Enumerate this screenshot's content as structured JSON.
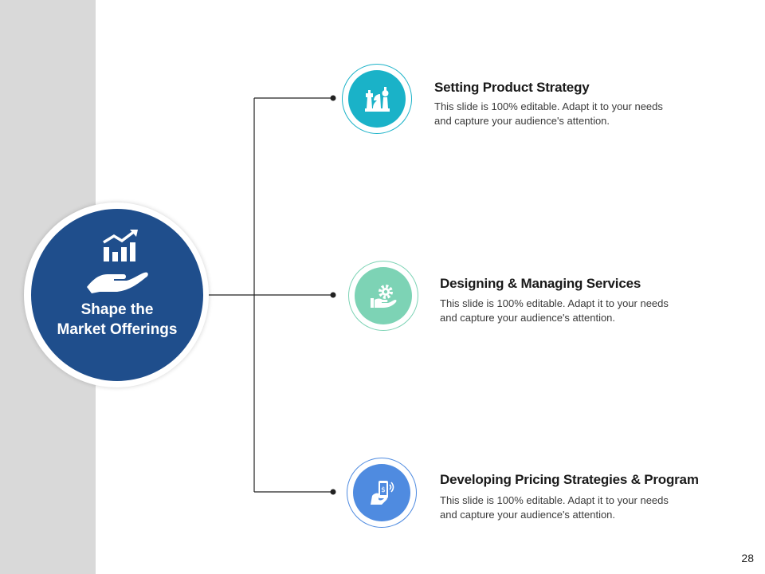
{
  "slide": {
    "page_number": "28",
    "hub": {
      "title_line1": "Shape the",
      "title_line2": "Market Offerings",
      "icon": "hand-growth-chart-icon"
    },
    "items": [
      {
        "title": "Setting Product Strategy",
        "desc_line1": "This slide is 100% editable. Adapt it to your needs",
        "desc_line2": "and capture your audience's attention.",
        "icon": "chess-pieces-icon",
        "color": "#1ab2c8"
      },
      {
        "title": "Designing & Managing Services",
        "desc_line1": "This slide is 100% editable. Adapt it to your needs",
        "desc_line2": "and capture your audience's attention.",
        "icon": "hand-gear-icon",
        "color": "#7dd3b5"
      },
      {
        "title": "Developing Pricing Strategies & Program",
        "desc_line1": "This slide is 100% editable. Adapt it to your needs",
        "desc_line2": "and capture your audience's attention.",
        "icon": "hand-money-phone-icon",
        "color": "#4f8be0"
      }
    ],
    "colors": {
      "side_band": "#d9d9d9",
      "hub": "#1f4e8c",
      "connector": "#222222"
    }
  }
}
